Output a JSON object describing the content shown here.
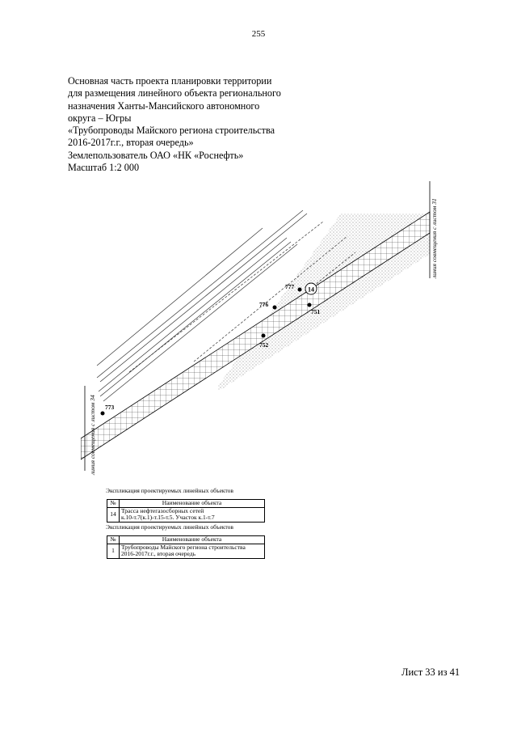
{
  "page_number": "255",
  "header": {
    "lines": [
      "Основная часть проекта планировки территории",
      "для размещения линейного объекта регионального",
      "назначения Ханты-Мансийского автономного",
      "округа – Югры",
      "«Трубопроводы Майского региона строительства",
      "2016-2017г.г., вторая очередь»",
      "Землепользователь ОАО «НК «Роснефть»",
      "Масштаб 1:2 000"
    ]
  },
  "plan": {
    "match_line_left": "линия совмещения с листом 34",
    "match_line_right": "линия совмещения с листом 31",
    "object_marker": "14",
    "points": [
      {
        "id": "773",
        "label": "773"
      },
      {
        "id": "752",
        "label": "752"
      },
      {
        "id": "776",
        "label": "776"
      },
      {
        "id": "751",
        "label": "751"
      },
      {
        "id": "777",
        "label": "777"
      }
    ]
  },
  "explication_1": {
    "caption": "Экспликация проектируемых линейных объектов",
    "header": {
      "num": "№",
      "name": "Наименование объекта"
    },
    "rows": [
      {
        "num": "14",
        "name_lines": [
          "Трасса нефтегазосборных сетей",
          "к.10-т.7(к.1)-т.15-т.5. Участок к.1-т.7"
        ]
      }
    ]
  },
  "explication_2": {
    "caption": "Экспликация проектируемых линейных объектов",
    "header": {
      "num": "№",
      "name": "Наименование объекта"
    },
    "rows": [
      {
        "num": "1",
        "name_lines": [
          "Трубопроводы Майского региона строительства",
          "2016-2017г.г., вторая очередь"
        ]
      }
    ]
  },
  "footer": {
    "sheet": "Лист 33 из 41"
  }
}
